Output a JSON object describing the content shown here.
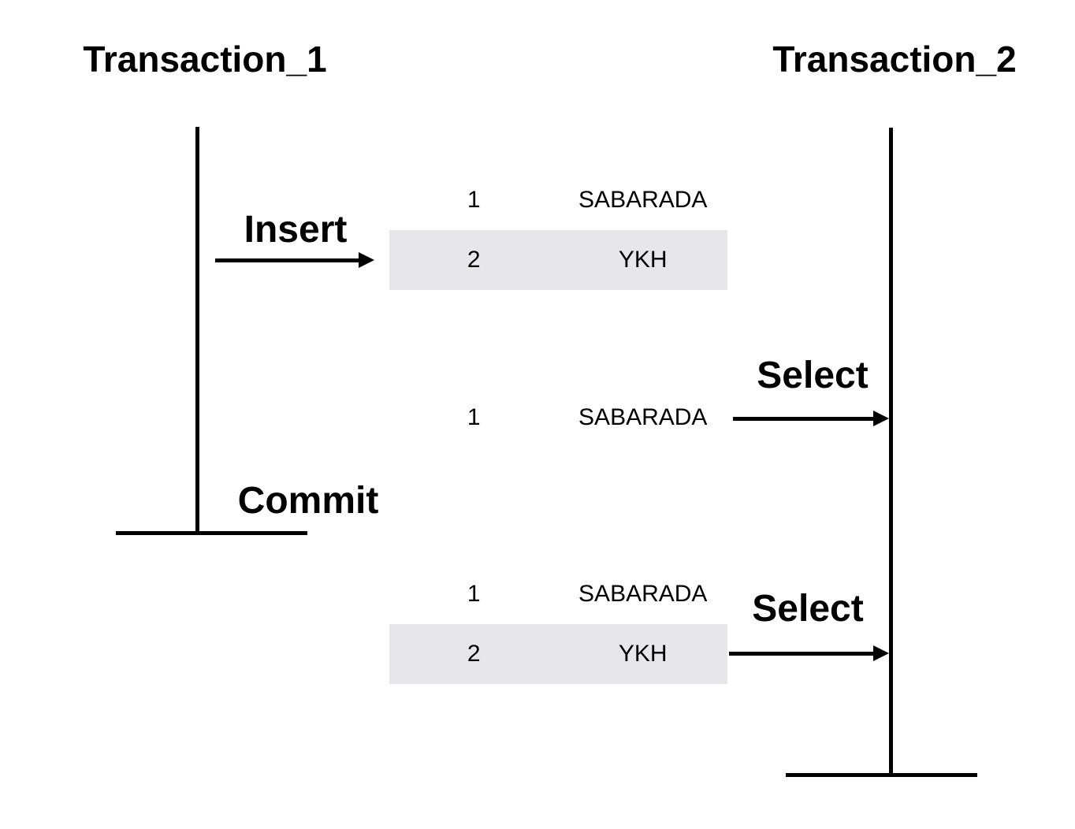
{
  "lifelines": {
    "left": {
      "title": "Transaction_1"
    },
    "right": {
      "title": "Transaction_2"
    }
  },
  "actions": {
    "insert": "Insert",
    "commit": "Commit",
    "select_before_commit": "Select",
    "select_after_commit": "Select"
  },
  "snapshots": {
    "after_insert": {
      "rows": [
        {
          "id": "1",
          "value": "SABARADA",
          "highlighted": false
        },
        {
          "id": "2",
          "value": "YKH",
          "highlighted": true
        }
      ]
    },
    "select_before_commit": {
      "rows": [
        {
          "id": "1",
          "value": "SABARADA",
          "highlighted": false
        }
      ]
    },
    "select_after_commit": {
      "rows": [
        {
          "id": "1",
          "value": "SABARADA",
          "highlighted": false
        },
        {
          "id": "2",
          "value": "YKH",
          "highlighted": true
        }
      ]
    }
  },
  "colors": {
    "highlight_row": "#e7e7ea",
    "line_and_text": "#000000",
    "background": "#ffffff"
  }
}
